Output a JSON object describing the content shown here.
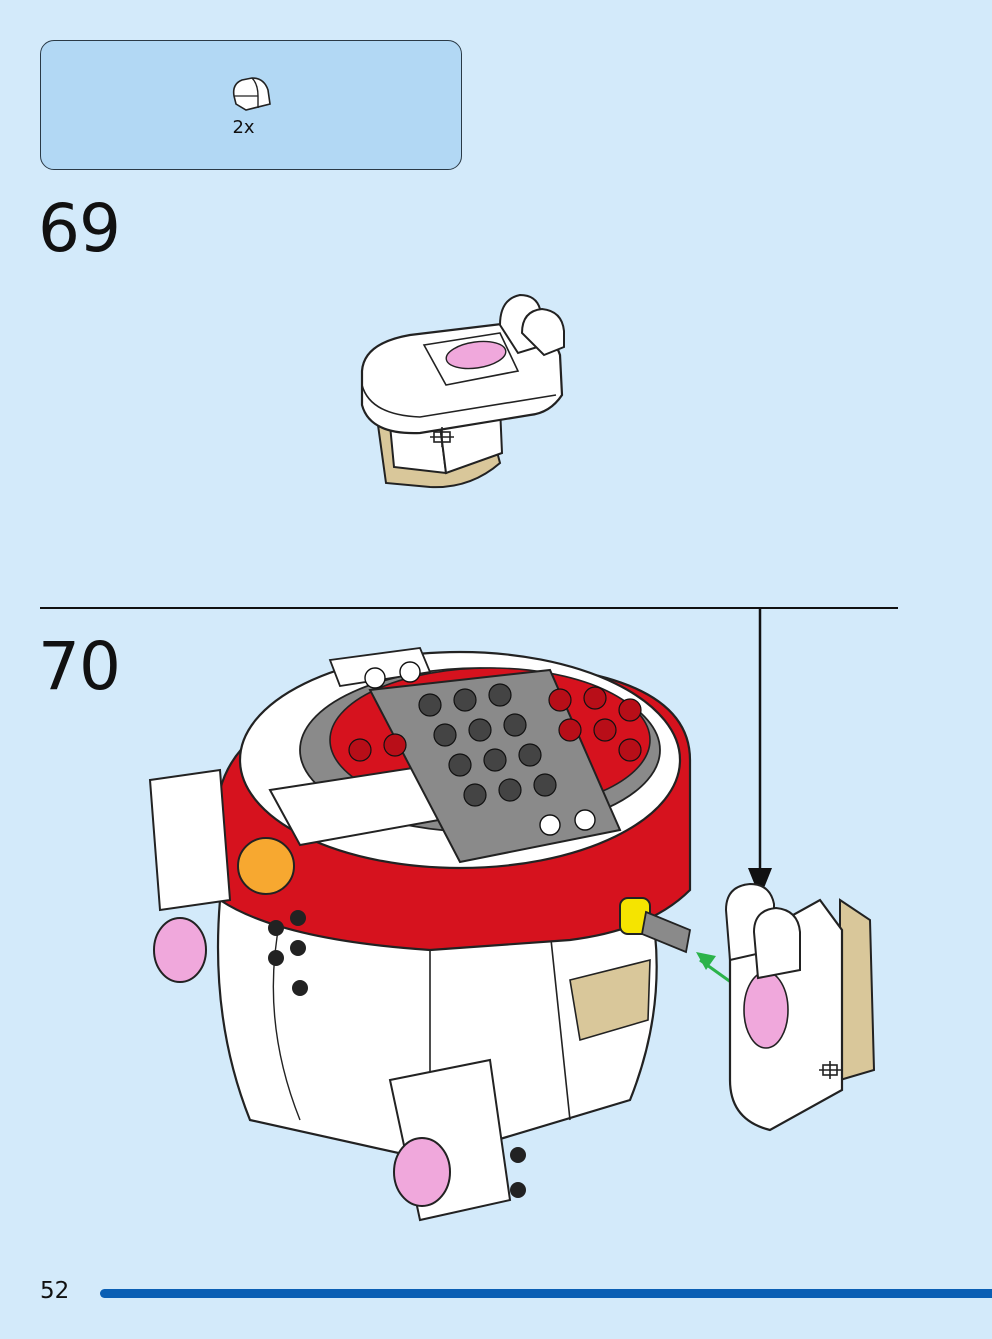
{
  "parts_callout": {
    "quantity": "2x",
    "icon": "white-round-tile-brick-icon"
  },
  "steps": [
    {
      "number": "69"
    },
    {
      "number": "70"
    }
  ],
  "footer": {
    "page_number": "52",
    "progress": 0.9
  },
  "colors": {
    "background": "#d3eafa",
    "callout": "#b2d8f4",
    "red": "#d6121e",
    "white": "#ffffff",
    "gray": "#8a8a8a",
    "tan": "#d9c79a",
    "pink": "#f0a8dc",
    "progress_bar": "#0a5fb4"
  }
}
